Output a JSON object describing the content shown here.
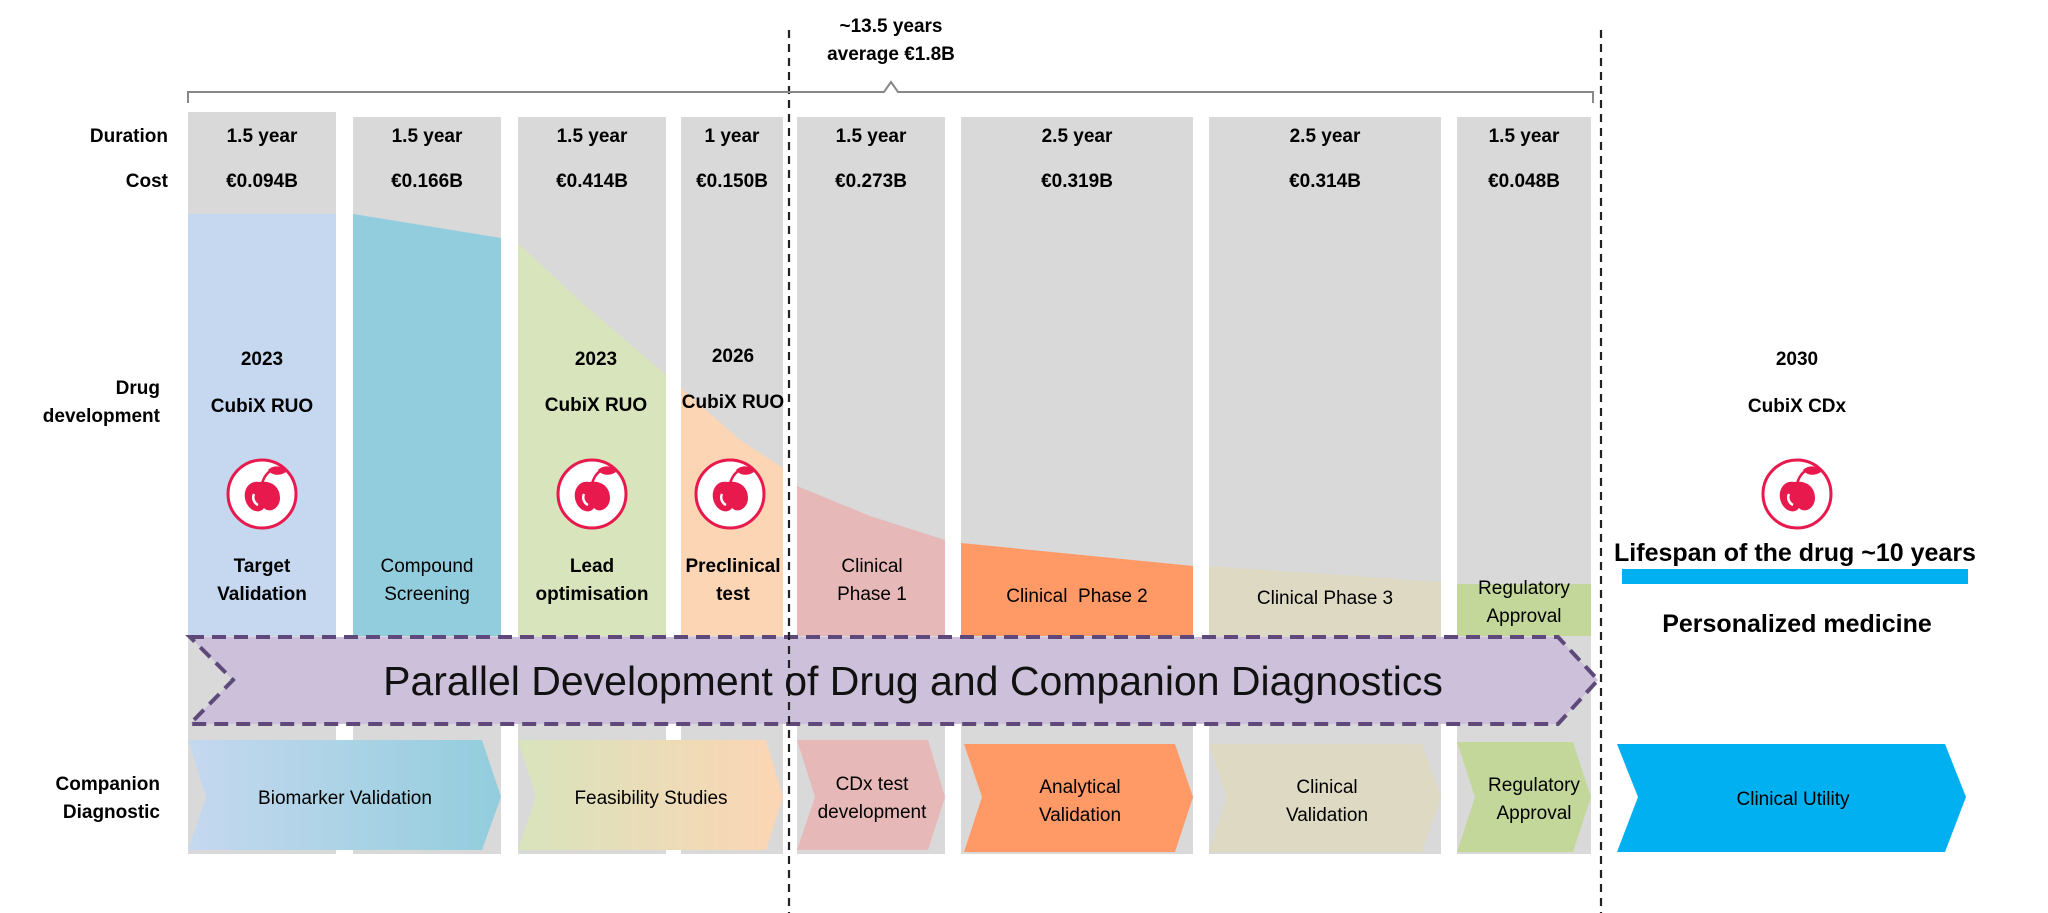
{
  "header": {
    "total_line1": "~13.5 years",
    "total_line2": "average €1.8B"
  },
  "row_labels": {
    "duration": "Duration",
    "cost": "Cost",
    "drug_line1": "Drug",
    "drug_line2": "development",
    "cdx_line1": "Companion",
    "cdx_line2": "Diagnostic"
  },
  "stages": [
    {
      "duration": "1.5 year",
      "cost": "€0.094B",
      "year": "2023",
      "product": "CubiX RUO",
      "name1": "Target",
      "name2": "Validation",
      "color": "#c5d8ef"
    },
    {
      "duration": "1.5 year",
      "cost": "€0.166B",
      "name1": "Compound",
      "name2": "Screening",
      "color": "#92cddd"
    },
    {
      "duration": "1.5 year",
      "cost": "€0.414B",
      "year": "2023",
      "product": "CubiX RUO",
      "name1": "Lead",
      "name2": "optimisation",
      "color": "#d8e4bc"
    },
    {
      "duration": "1 year",
      "cost": "€0.150B",
      "year": "2026",
      "product": "CubiX RUO",
      "name1": "Preclinical",
      "name2": "test",
      "color": "#fcd5b4"
    },
    {
      "duration": "1.5 year",
      "cost": "€0.273B",
      "name1": "Clinical",
      "name2": "Phase 1",
      "color": "#e6b8b7"
    },
    {
      "duration": "2.5 year",
      "cost": "€0.319B",
      "name1": "Clinical  Phase 2",
      "color": "#ff9966"
    },
    {
      "duration": "2.5 year",
      "cost": "€0.314B",
      "name1": "Clinical Phase 3",
      "color": "#ddd9c3"
    },
    {
      "duration": "1.5 year",
      "cost": "€0.048B",
      "name1": "Regulatory",
      "name2": "Approval",
      "color": "#c4d79b"
    }
  ],
  "banner": {
    "text": "Parallel Development of Drug and Companion Diagnostics",
    "color": "#ccc0da",
    "border": "#5f497a"
  },
  "cdx_steps": [
    {
      "line1": "Biomarker Validation",
      "color_from": "#c5d8ef",
      "color_to": "#92cddd"
    },
    {
      "line1": "Feasibility Studies",
      "color_from": "#d8e4bc",
      "color_to": "#fcd5b4"
    },
    {
      "line1": "CDx test",
      "line2": "development",
      "color_from": "#e6b8b7",
      "color_to": "#e6b8b7"
    },
    {
      "line1": "Analytical",
      "line2": "Validation",
      "color_from": "#ff9966",
      "color_to": "#ff9966"
    },
    {
      "line1": "Clinical",
      "line2": "Validation",
      "color_from": "#ddd9c3",
      "color_to": "#ddd9c3"
    },
    {
      "line1": "Regulatory",
      "line2": "Approval",
      "color_from": "#c4d79b",
      "color_to": "#c4d79b"
    },
    {
      "line1": "Clinical Utility",
      "color_from": "#00b0f0",
      "color_to": "#00b0f0"
    }
  ],
  "future": {
    "year": "2030",
    "product": "CubiX CDx",
    "lifespan": "Lifespan of the drug ~10 years",
    "personalized": "Personalized medicine",
    "bar_color": "#00b0f0"
  },
  "colors": {
    "column_bg": "#d9d9d9",
    "cherry": "#e8194d"
  },
  "icons": [
    "cherry-icon"
  ]
}
